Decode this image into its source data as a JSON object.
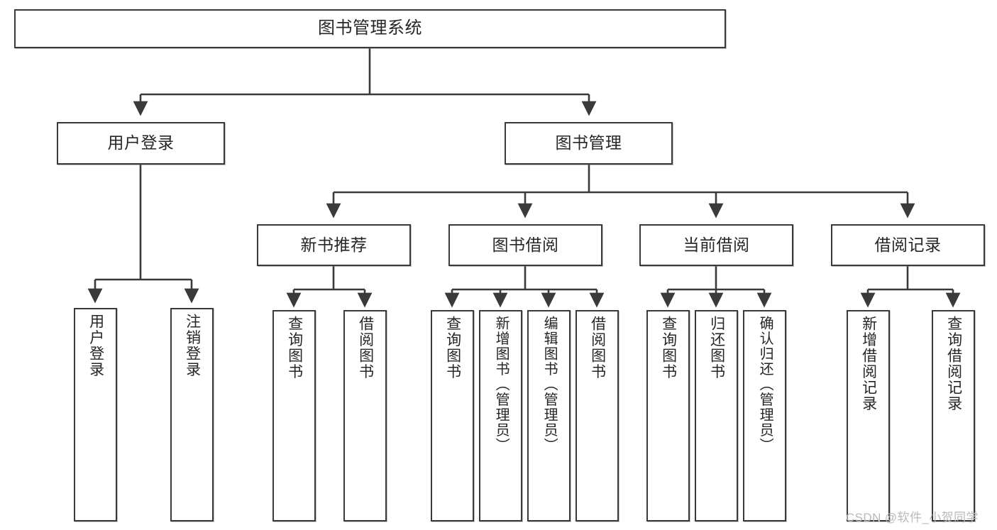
{
  "diagram": {
    "title_node": {
      "id": "root",
      "label": "图书管理系统"
    },
    "level2": [
      {
        "id": "user-login",
        "label": "用户登录"
      },
      {
        "id": "book-management",
        "label": "图书管理"
      }
    ],
    "level3": [
      {
        "id": "new-book-recommend",
        "label": "新书推荐"
      },
      {
        "id": "book-borrow",
        "label": "图书借阅"
      },
      {
        "id": "current-borrow",
        "label": "当前借阅"
      },
      {
        "id": "borrow-record",
        "label": "借阅记录"
      }
    ],
    "leaves": [
      {
        "id": "leaf-user-login",
        "label": "用户登录",
        "parent": "user-login"
      },
      {
        "id": "leaf-user-logout",
        "label": "注销登录",
        "parent": "user-login"
      },
      {
        "id": "leaf-query-books-1",
        "label": "查询图书",
        "parent": "new-book-recommend"
      },
      {
        "id": "leaf-borrow-books-1",
        "label": "借阅图书",
        "parent": "new-book-recommend"
      },
      {
        "id": "leaf-query-books-2",
        "label": "查询图书",
        "parent": "book-borrow"
      },
      {
        "id": "leaf-add-book",
        "label": "新增图书（管理员）",
        "parent": "book-borrow"
      },
      {
        "id": "leaf-edit-book",
        "label": "编辑图书（管理员）",
        "parent": "book-borrow"
      },
      {
        "id": "leaf-borrow-books-2",
        "label": "借阅图书",
        "parent": "book-borrow"
      },
      {
        "id": "leaf-query-books-3",
        "label": "查询图书",
        "parent": "current-borrow"
      },
      {
        "id": "leaf-return-book",
        "label": "归还图书",
        "parent": "current-borrow"
      },
      {
        "id": "leaf-confirm-return",
        "label": "确认归还（管理员）",
        "parent": "current-borrow"
      },
      {
        "id": "leaf-add-record",
        "label": "新增借阅记录",
        "parent": "borrow-record"
      },
      {
        "id": "leaf-query-record",
        "label": "查询借阅记录",
        "parent": "borrow-record"
      }
    ],
    "watermark": "CSDN @软件_小贺同学",
    "colors": {
      "stroke": "#3a3a3a",
      "text": "#262626",
      "background": "#ffffff",
      "watermark": "#b9b9b9"
    }
  }
}
